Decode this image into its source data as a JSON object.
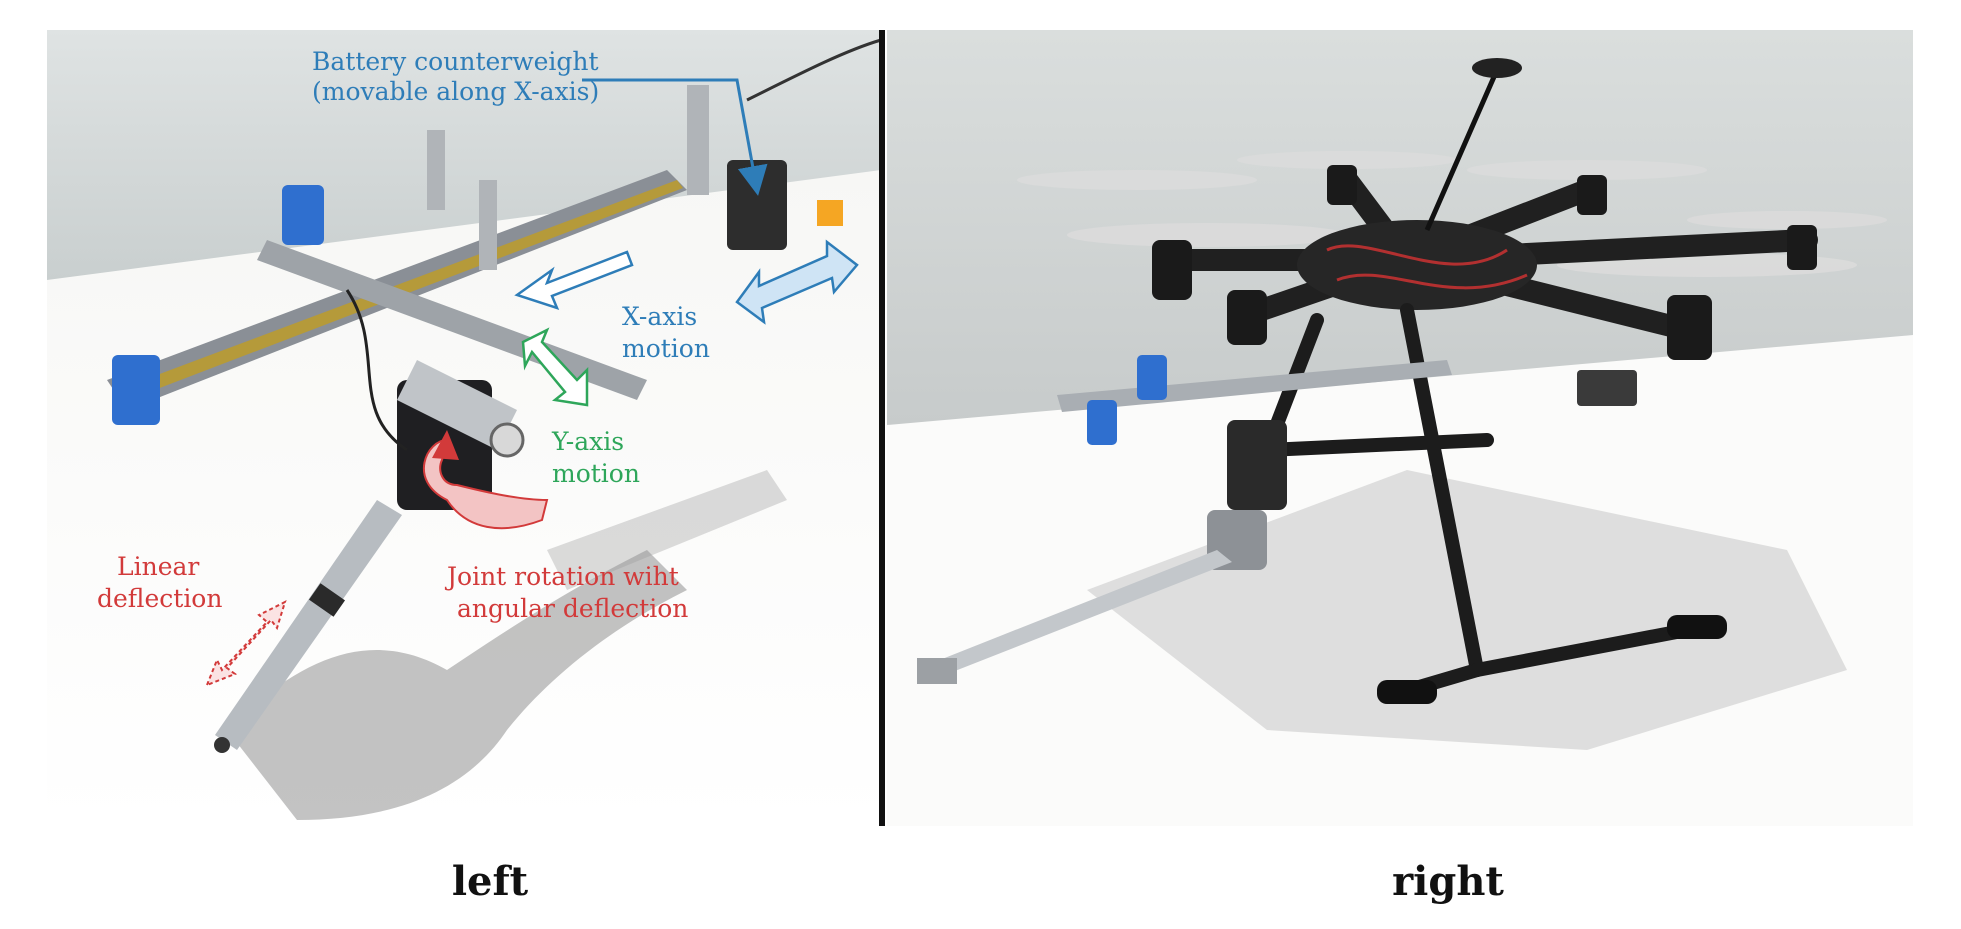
{
  "captions": {
    "left": "left",
    "right": "right"
  },
  "annotations": {
    "battery_line1": "Battery counterweight",
    "battery_line2": "(movable along X-axis)",
    "xaxis_line1": "X-axis",
    "xaxis_line2": "motion",
    "yaxis_line1": "Y-axis",
    "yaxis_line2": "motion",
    "linear_line1": "Linear",
    "linear_line2": "deflection",
    "joint_line1": "Joint rotation wiht",
    "joint_line2": "angular deflection"
  },
  "colors": {
    "blue_annotation": "#2e7db8",
    "green_annotation": "#2ea65a",
    "red_annotation": "#d23a3a"
  }
}
